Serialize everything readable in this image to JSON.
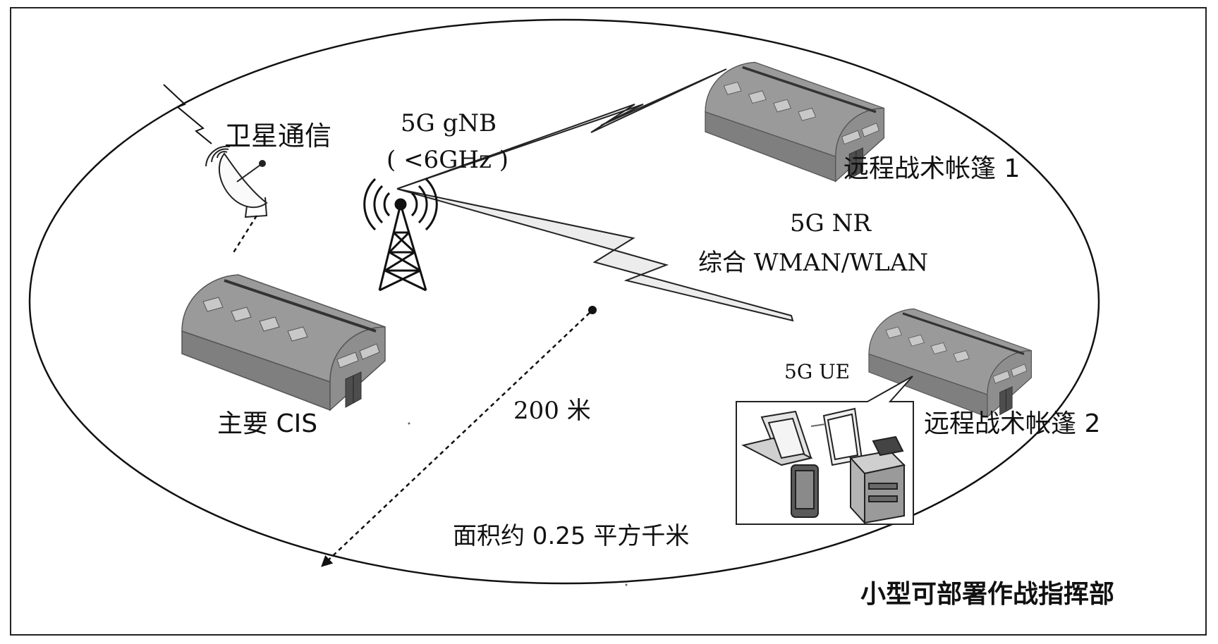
{
  "labels": {
    "satellite": "卫星通信",
    "gnb_line1": "5G gNB",
    "gnb_line2": "( <6GHz )",
    "tent1": "远程战术帐篷 1",
    "nr_line1": "5G NR",
    "nr_line2": "综合 WMAN/WLAN",
    "tent2": "远程战术帐篷 2",
    "ue": "5G UE",
    "main_cis": "主要 CIS",
    "radius": "200 米",
    "area": "面积约 0.25 平方千米",
    "caption": "小型可部署作战指挥部"
  },
  "icons": {
    "satellite_dish": "satellite-dish-icon",
    "tower": "cell-tower-icon",
    "tent": "tent-icon",
    "laptop": "laptop-icon",
    "tablet": "tablet-icon",
    "phone": "phone-icon",
    "printer": "printer-icon"
  },
  "colors": {
    "tent_body": "#8c8c8c",
    "tent_light": "#b5b5b5",
    "beam_fill": "#e9e9e9",
    "stroke": "#222222"
  }
}
